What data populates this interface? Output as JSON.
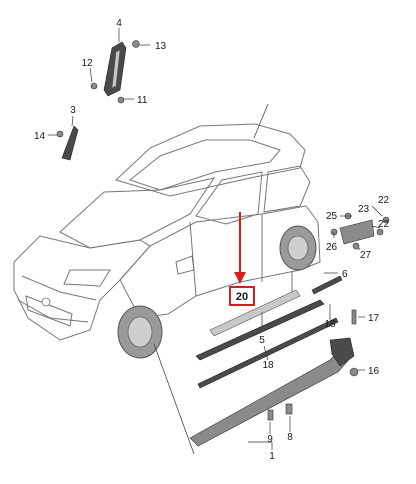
{
  "diagram": {
    "highlight": {
      "label": "20",
      "color": "#d62020"
    },
    "callouts": {
      "c1": "1",
      "c3": "3",
      "c4": "4",
      "c5": "5",
      "c6": "6",
      "c8": "8",
      "c9": "9",
      "c11": "11",
      "c12": "12",
      "c13": "13",
      "c14": "14",
      "c16": "16",
      "c17": "17",
      "c18a": "18",
      "c18b": "18",
      "c22a": "22",
      "c22b": "22",
      "c23": "23",
      "c25": "25",
      "c26": "26",
      "c27": "27"
    },
    "icons": {
      "car": "hatchback-car-icon",
      "arrow": "red-arrow-icon",
      "clip": "clip-icon",
      "screw": "screw-icon"
    }
  }
}
